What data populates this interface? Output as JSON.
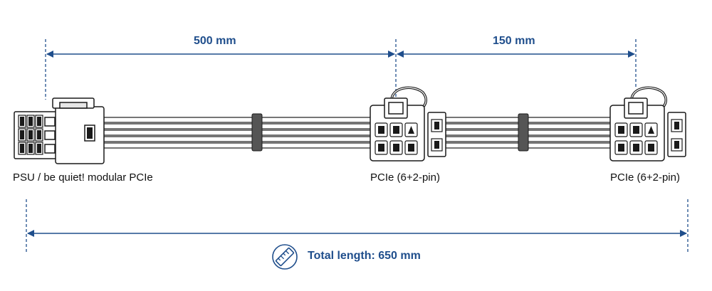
{
  "dimensions": {
    "segment_1": "500 mm",
    "segment_2": "150 mm",
    "total": "Total length: 650 mm"
  },
  "connectors": {
    "psu": "PSU / be quiet! modular PCIe",
    "pcie_1": "PCIe (6+2-pin)",
    "pcie_2": "PCIe (6+2-pin)"
  },
  "icons": {
    "total": "ruler-icon"
  },
  "colors": {
    "dimension": "#1f4e8c",
    "outline": "#1a1a1a",
    "cable": "#3a3a3a",
    "sleeve": "#555555"
  }
}
